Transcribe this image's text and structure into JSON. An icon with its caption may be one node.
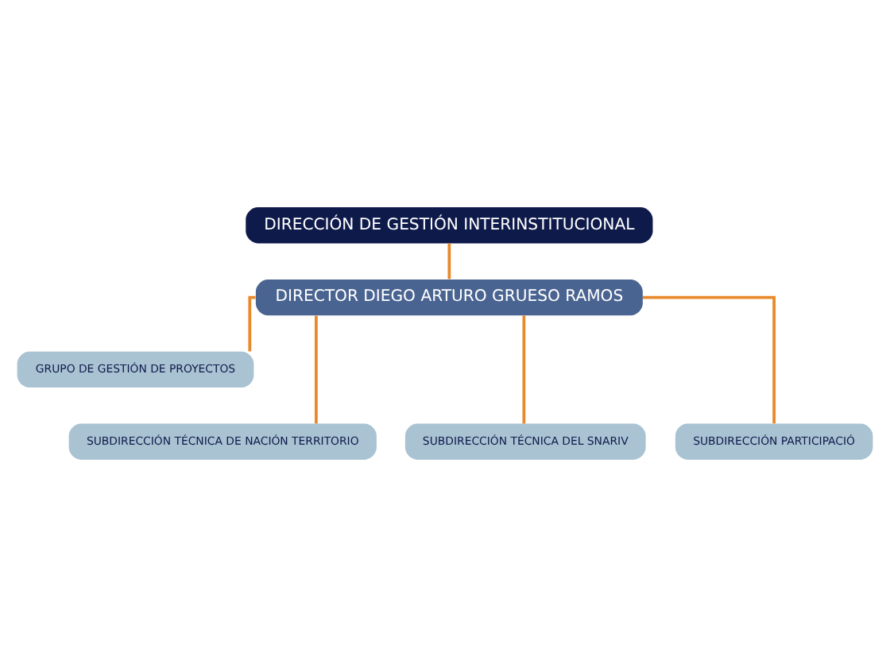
{
  "diagram": {
    "nodes": [
      {
        "text": [
          "DIRECCIÓN DE GESTIÓN INTERINSTITUCIONAL"
        ]
      },
      {
        "text": [
          "DIRECTOR DIEGO ARTURO GRUESO RAMOS"
        ]
      },
      {
        "text": [
          "GRUPO DE GESTIÓN DE PROYECTOS"
        ]
      },
      {
        "text": [
          "SUBDIRECCIÓN TÉCNICA DE NACIÓN TERRITORIO"
        ]
      },
      {
        "text": [
          "SUBDIRECCIÓN TÉCNICA DEL SNARIV"
        ]
      },
      {
        "text": [
          "SUBDIRECCIÓN PARTICIPACIÓ"
        ]
      }
    ],
    "edges": [
      {
        "from": 0,
        "to": 1,
        "arrow": "none"
      },
      {
        "from": 1,
        "to": 2,
        "arrow": "none"
      },
      {
        "from": 1,
        "to": 3,
        "arrow": "none"
      },
      {
        "from": 1,
        "to": 4,
        "arrow": "none"
      },
      {
        "from": 1,
        "to": 5,
        "arrow": "none"
      }
    ]
  }
}
